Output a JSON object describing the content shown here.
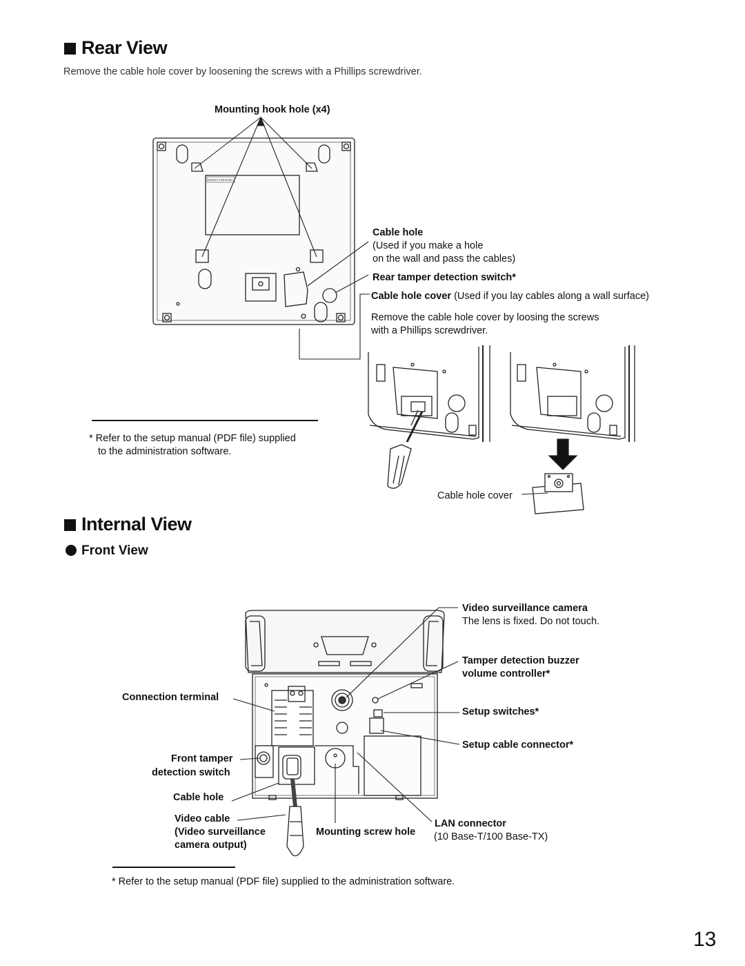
{
  "rear_view": {
    "title": "Rear View",
    "intro": "Remove the cable hole cover by loosening the screws with a Phillips screwdriver.",
    "label_mounting_hook": "Mounting hook hole (x4)",
    "label_cable_hole": "Cable hole",
    "cable_hole_desc1": "(Used if you make a hole",
    "cable_hole_desc2": "on the wall and pass the cables)",
    "label_rear_tamper": "Rear tamper detection switch*",
    "label_cable_hole_cover": "Cable hole cover",
    "cable_hole_cover_desc": "(Used if you lay cables along a wall surface)",
    "remove_note1": "Remove the cable hole cover by loosing the screws",
    "remove_note2": "with a Phillips screwdriver.",
    "footnote1": "* Refer to the setup manual (PDF file) supplied",
    "footnote2": "to the administration software.",
    "cover_caption": "Cable hole cover",
    "device_sticker": "System instruction"
  },
  "internal_view": {
    "title": "Internal View",
    "subtitle": "Front View",
    "label_camera": "Video surveillance camera",
    "camera_desc": "The lens is fixed. Do not touch.",
    "label_buzzer1": "Tamper detection buzzer",
    "label_buzzer2": "volume controller*",
    "label_setup_switches": "Setup switches*",
    "label_setup_cable": "Setup cable connector*",
    "label_connection_terminal": "Connection terminal",
    "label_front_tamper1": "Front tamper",
    "label_front_tamper2": "detection switch",
    "label_cable_hole": "Cable hole",
    "label_video_cable1": "Video cable",
    "label_video_cable2": "(Video surveillance",
    "label_video_cable3": "camera output)",
    "label_mounting_screw": "Mounting screw hole",
    "label_lan": "LAN connector",
    "lan_desc": "(10 Base-T/100 Base-TX)",
    "footnote": "* Refer to the setup manual (PDF file) supplied to the administration software."
  },
  "page_number": "13"
}
